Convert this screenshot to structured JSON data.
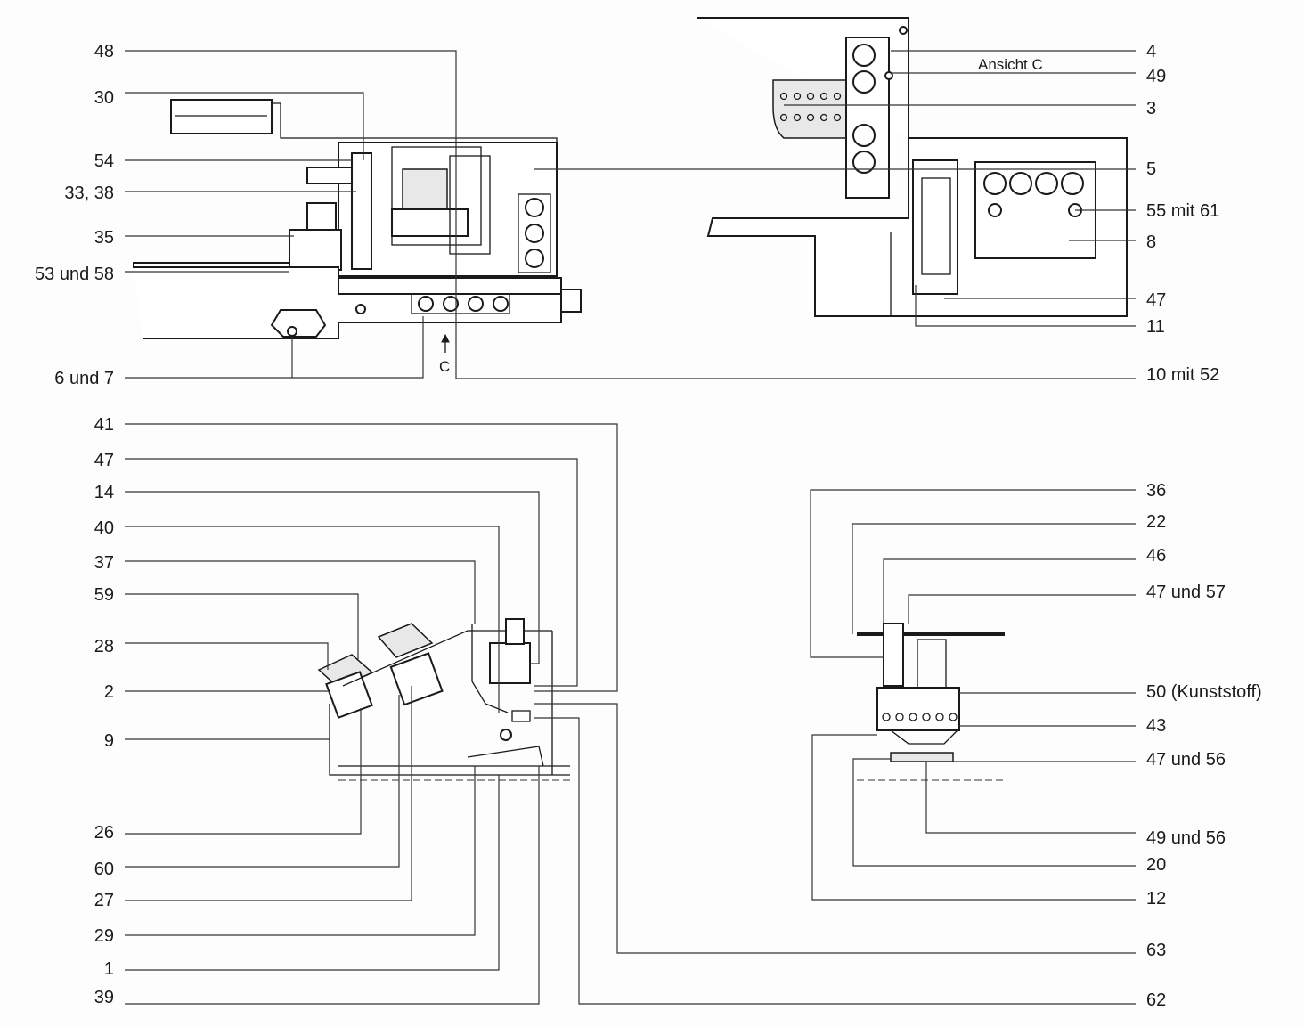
{
  "labels": {
    "tl": [
      "48",
      "30",
      "54",
      "33, 38",
      "35",
      "53 und 58",
      "6 und 7"
    ],
    "tr": [
      "4",
      "49",
      "3",
      "5",
      "55 mit 61",
      "8",
      "47",
      "11",
      "10 mit 52"
    ],
    "ansicht": "Ansicht C",
    "arrow_c": "C",
    "bl": [
      "41",
      "47",
      "14",
      "40",
      "37",
      "59",
      "28",
      "2",
      "9",
      "26",
      "60",
      "27",
      "29",
      "1",
      "39"
    ],
    "br": [
      "36",
      "22",
      "46",
      "47 und 57",
      "50 (Kunststoff)",
      "43",
      "47 und 56",
      "49 und 56",
      "20",
      "12",
      "63",
      "62"
    ]
  }
}
